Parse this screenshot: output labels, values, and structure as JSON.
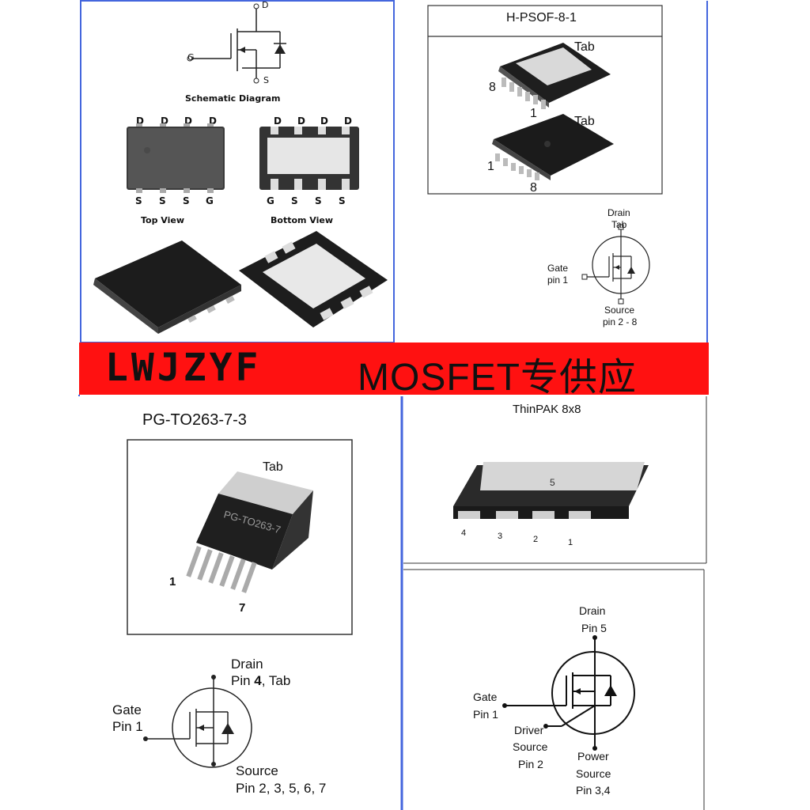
{
  "q1": {
    "schematic": {
      "caption": "Schematic Diagram",
      "d": "D",
      "g": "G",
      "s": "S"
    },
    "top_view": {
      "caption": "Top View",
      "top_pins": [
        "D",
        "D",
        "D",
        "D"
      ],
      "bottom_pins": [
        "S",
        "S",
        "S",
        "G"
      ]
    },
    "bottom_view": {
      "caption": "Bottom View",
      "top_pins": [
        "D",
        "D",
        "D",
        "D"
      ],
      "bottom_pins": [
        "G",
        "S",
        "S",
        "S"
      ]
    }
  },
  "q2": {
    "package_title": "H-PSOF-8-1",
    "tab1": "Tab",
    "pin8_top": "8",
    "pin1_top": "1",
    "tab2": "Tab",
    "pin1_bottom": "1",
    "pin8_bottom": "8",
    "schematic": {
      "drain": "Drain",
      "drain_sub": "Tab",
      "gate": "Gate",
      "gate_sub": "pin 1",
      "source": "Source",
      "source_sub": "pin 2 - 8"
    }
  },
  "banner": {
    "left": "LWJZYF",
    "right": "MOSFET专供应"
  },
  "q3": {
    "package_title": "PG-TO263-7-3",
    "tab": "Tab",
    "marking": "PG-TO263-7",
    "pin1": "1",
    "pin7": "7",
    "schematic": {
      "drain": "Drain",
      "drain_pin_prefix": "Pin ",
      "drain_pin_num": "4",
      "drain_pin_suffix": ", Tab",
      "gate": "Gate",
      "gate_sub": "Pin 1",
      "source": "Source",
      "source_sub": "Pin 2, 3, 5, 6, 7"
    }
  },
  "q4": {
    "package_title": "ThinPAK 8x8",
    "pad_label": "5",
    "pins": [
      "4",
      "3",
      "2",
      "1"
    ],
    "schematic": {
      "drain": "Drain",
      "drain_sub": "Pin 5",
      "gate": "Gate",
      "gate_sub": "Pin 1",
      "driver": "Driver",
      "driver_sub1": "Source",
      "driver_sub2": "Pin 2",
      "power": "Power",
      "power_sub1": "Source",
      "power_sub2": "Pin 3,4"
    }
  },
  "colors": {
    "border_blue": "#4466dd",
    "banner_red": "#ff1111",
    "chip_dark": "#2a2a2a",
    "pad_gray": "#dcdcdc"
  }
}
